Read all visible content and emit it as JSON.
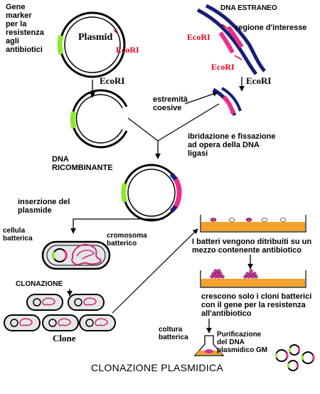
{
  "labels": {
    "gene_marker": [
      "Gene",
      "marker",
      "per la",
      "resistenza",
      "agli",
      "antibiotici"
    ],
    "plasmid": "Plasmid",
    "ecori": "EcoRI",
    "dna_estraneo": "DNA ESTRANEO",
    "regione": "regione d'interesse",
    "estremita": [
      "estremità",
      "coesive"
    ],
    "ibridazione": [
      "ibridazione e fissazione",
      "ad opera della DNA",
      "ligasi"
    ],
    "dna_ricombinante": [
      "DNA",
      "RICOMBINANTE"
    ],
    "inserzione": [
      "inserzione del",
      "plasmide"
    ],
    "cellula": [
      "cellula",
      "batterica"
    ],
    "cromosoma": [
      "cromosoma",
      "batterico"
    ],
    "clonazione": "CLONAZIONE",
    "clone": "Clone",
    "batteri_vengono": [
      "I batteri vengono ditribuiti su un",
      "mezzo contenente antibiotico"
    ],
    "crescono": [
      "crescono solo i cloni batterici",
      "con il gene per la resistenza",
      "all'antibiotico"
    ],
    "coltura": [
      "coltura",
      "batterica"
    ],
    "purificazione": [
      "Purificazione",
      "del DNA",
      "plasmidico GM"
    ],
    "title": "CLONAZIONE PLASMIDICA"
  },
  "colors": {
    "marker_gene": "#8ee82a",
    "insert": "#e8308a",
    "dna_strand": "#1a1e78",
    "enzyme_text": "#e0001b",
    "medium": "#f4a12e",
    "colony": "#d8339e"
  }
}
